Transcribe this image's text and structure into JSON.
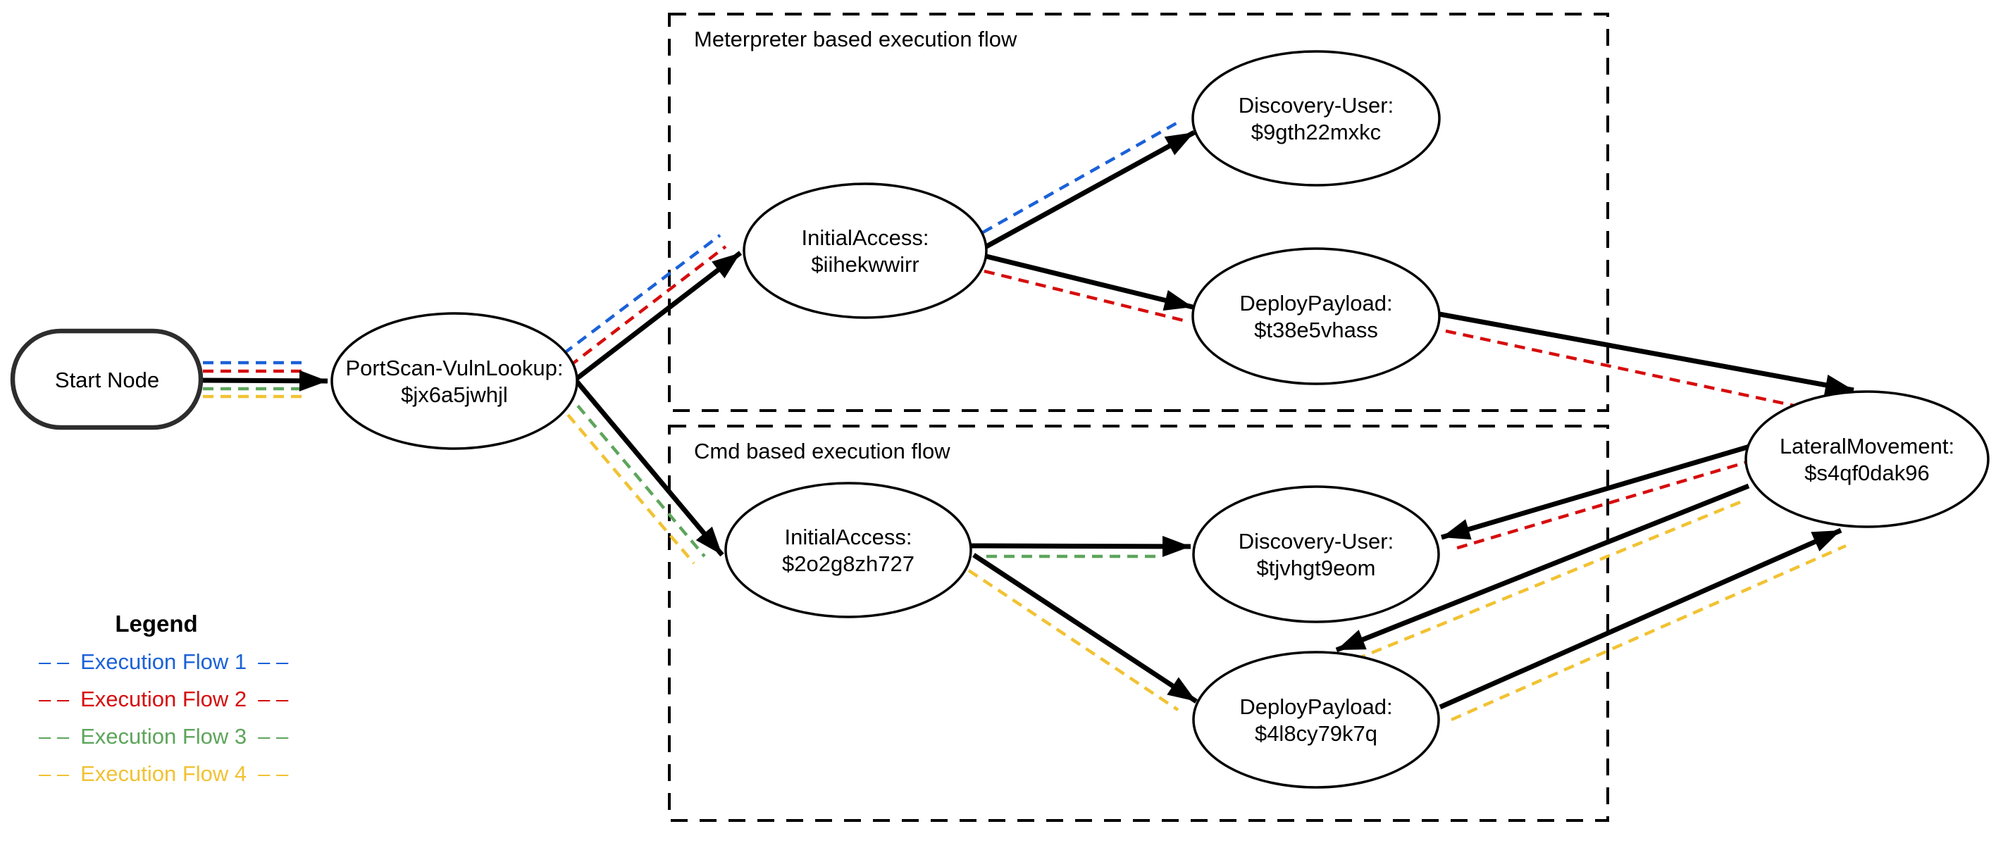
{
  "colors": {
    "flow1": "#1b61d8",
    "flow2": "#d60d0d",
    "flow3": "#5da55b",
    "flow4": "#f1c232",
    "edge": "#000000",
    "node_border": "#000000",
    "start_border": "#2d2d2d",
    "group_border": "#000000"
  },
  "groups": [
    {
      "title": "Meterpreter based execution flow",
      "contains": [
        "InitialAccess: $iihekwwirr",
        "Discovery-User: $9gth22mxkc",
        "DeployPayload: $t38e5vhass"
      ]
    },
    {
      "title": "Cmd based execution flow",
      "contains": [
        "InitialAccess: $2o2g8zh727",
        "Discovery-User: $tjvhgt9eom",
        "DeployPayload: $4l8cy79k7q"
      ]
    }
  ],
  "nodes": {
    "start": {
      "label": "Start Node"
    },
    "portscan": {
      "label": "PortScan-VulnLookup:",
      "id": "$jx6a5jwhjl"
    },
    "ia1": {
      "label": "InitialAccess:",
      "id": "$iihekwwirr"
    },
    "du1": {
      "label": "Discovery-User:",
      "id": "$9gth22mxkc"
    },
    "dp1": {
      "label": "DeployPayload:",
      "id": "$t38e5vhass"
    },
    "ia2": {
      "label": "InitialAccess:",
      "id": "$2o2g8zh727"
    },
    "du2": {
      "label": "Discovery-User:",
      "id": "$tjvhgt9eom"
    },
    "dp2": {
      "label": "DeployPayload:",
      "id": "$4l8cy79k7q"
    },
    "lm": {
      "label": "LateralMovement:",
      "id": "$s4qf0dak96"
    }
  },
  "edges": [
    {
      "from": "Start Node",
      "to": "PortScan-VulnLookup: $jx6a5jwhjl",
      "flows": [
        1,
        2,
        3,
        4
      ]
    },
    {
      "from": "PortScan-VulnLookup: $jx6a5jwhjl",
      "to": "InitialAccess: $iihekwwirr",
      "flows": [
        1,
        2
      ]
    },
    {
      "from": "PortScan-VulnLookup: $jx6a5jwhjl",
      "to": "InitialAccess: $2o2g8zh727",
      "flows": [
        3,
        4
      ]
    },
    {
      "from": "InitialAccess: $iihekwwirr",
      "to": "Discovery-User: $9gth22mxkc",
      "flows": [
        1
      ]
    },
    {
      "from": "InitialAccess: $iihekwwirr",
      "to": "DeployPayload: $t38e5vhass",
      "flows": [
        2
      ]
    },
    {
      "from": "DeployPayload: $t38e5vhass",
      "to": "LateralMovement: $s4qf0dak96",
      "flows": [
        2
      ]
    },
    {
      "from": "LateralMovement: $s4qf0dak96",
      "to": "Discovery-User: $tjvhgt9eom",
      "flows": [
        2
      ]
    },
    {
      "from": "InitialAccess: $2o2g8zh727",
      "to": "Discovery-User: $tjvhgt9eom",
      "flows": [
        3
      ]
    },
    {
      "from": "InitialAccess: $2o2g8zh727",
      "to": "DeployPayload: $4l8cy79k7q",
      "flows": [
        4
      ]
    },
    {
      "from": "DeployPayload: $4l8cy79k7q",
      "to": "LateralMovement: $s4qf0dak96",
      "flows": [
        4
      ]
    },
    {
      "from": "LateralMovement: $s4qf0dak96",
      "to": "DeployPayload: $4l8cy79k7q",
      "flows": [
        4
      ]
    }
  ],
  "legend": {
    "title": "Legend",
    "dash": "– –",
    "items": [
      {
        "label": "Execution Flow 1",
        "flow": "flow1"
      },
      {
        "label": "Execution Flow 2",
        "flow": "flow2"
      },
      {
        "label": "Execution Flow 3",
        "flow": "flow3"
      },
      {
        "label": "Execution Flow 4",
        "flow": "flow4"
      }
    ]
  }
}
